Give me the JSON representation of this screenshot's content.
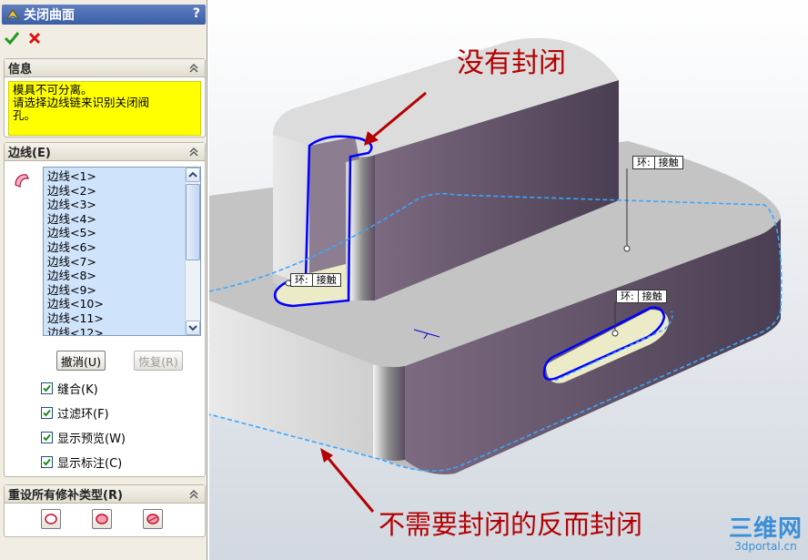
{
  "panel": {
    "title": "关闭曲面",
    "help": "?",
    "info": {
      "header": "信息",
      "message_line1": "模具不可分离。",
      "message_line2": "请选择边线链来识别关闭阀",
      "message_line3": "孔。"
    },
    "edges": {
      "header": "边线(E)",
      "items": [
        "边线<1>",
        "边线<2>",
        "边线<3>",
        "边线<4>",
        "边线<5>",
        "边线<6>",
        "边线<7>",
        "边线<8>",
        "边线<9>",
        "边线<10>",
        "边线<11>",
        "边线<12>"
      ],
      "undo": "撤消(U)",
      "redo": "恢复(R)",
      "options": [
        {
          "label": "缝合(K)",
          "checked": true
        },
        {
          "label": "过滤环(F)",
          "checked": true
        },
        {
          "label": "显示预览(W)",
          "checked": true
        },
        {
          "label": "显示标注(C)",
          "checked": true
        }
      ]
    },
    "reset": {
      "header": "重设所有修补类型(R)"
    }
  },
  "viewport": {
    "annotation_top": "没有封闭",
    "annotation_bottom": "不需要封闭的反而封闭",
    "tags": [
      {
        "loop": "环:",
        "type": "接触"
      },
      {
        "loop": "环:",
        "type": "接触"
      },
      {
        "loop": "环:",
        "type": "接触"
      }
    ],
    "watermark_main": "三维网",
    "watermark_site": "3dportal.cn"
  },
  "colors": {
    "selection": "#0000ff",
    "preview_dash": "#3aa7ff",
    "annotation": "#b40000",
    "message_bg": "#ffff00"
  }
}
